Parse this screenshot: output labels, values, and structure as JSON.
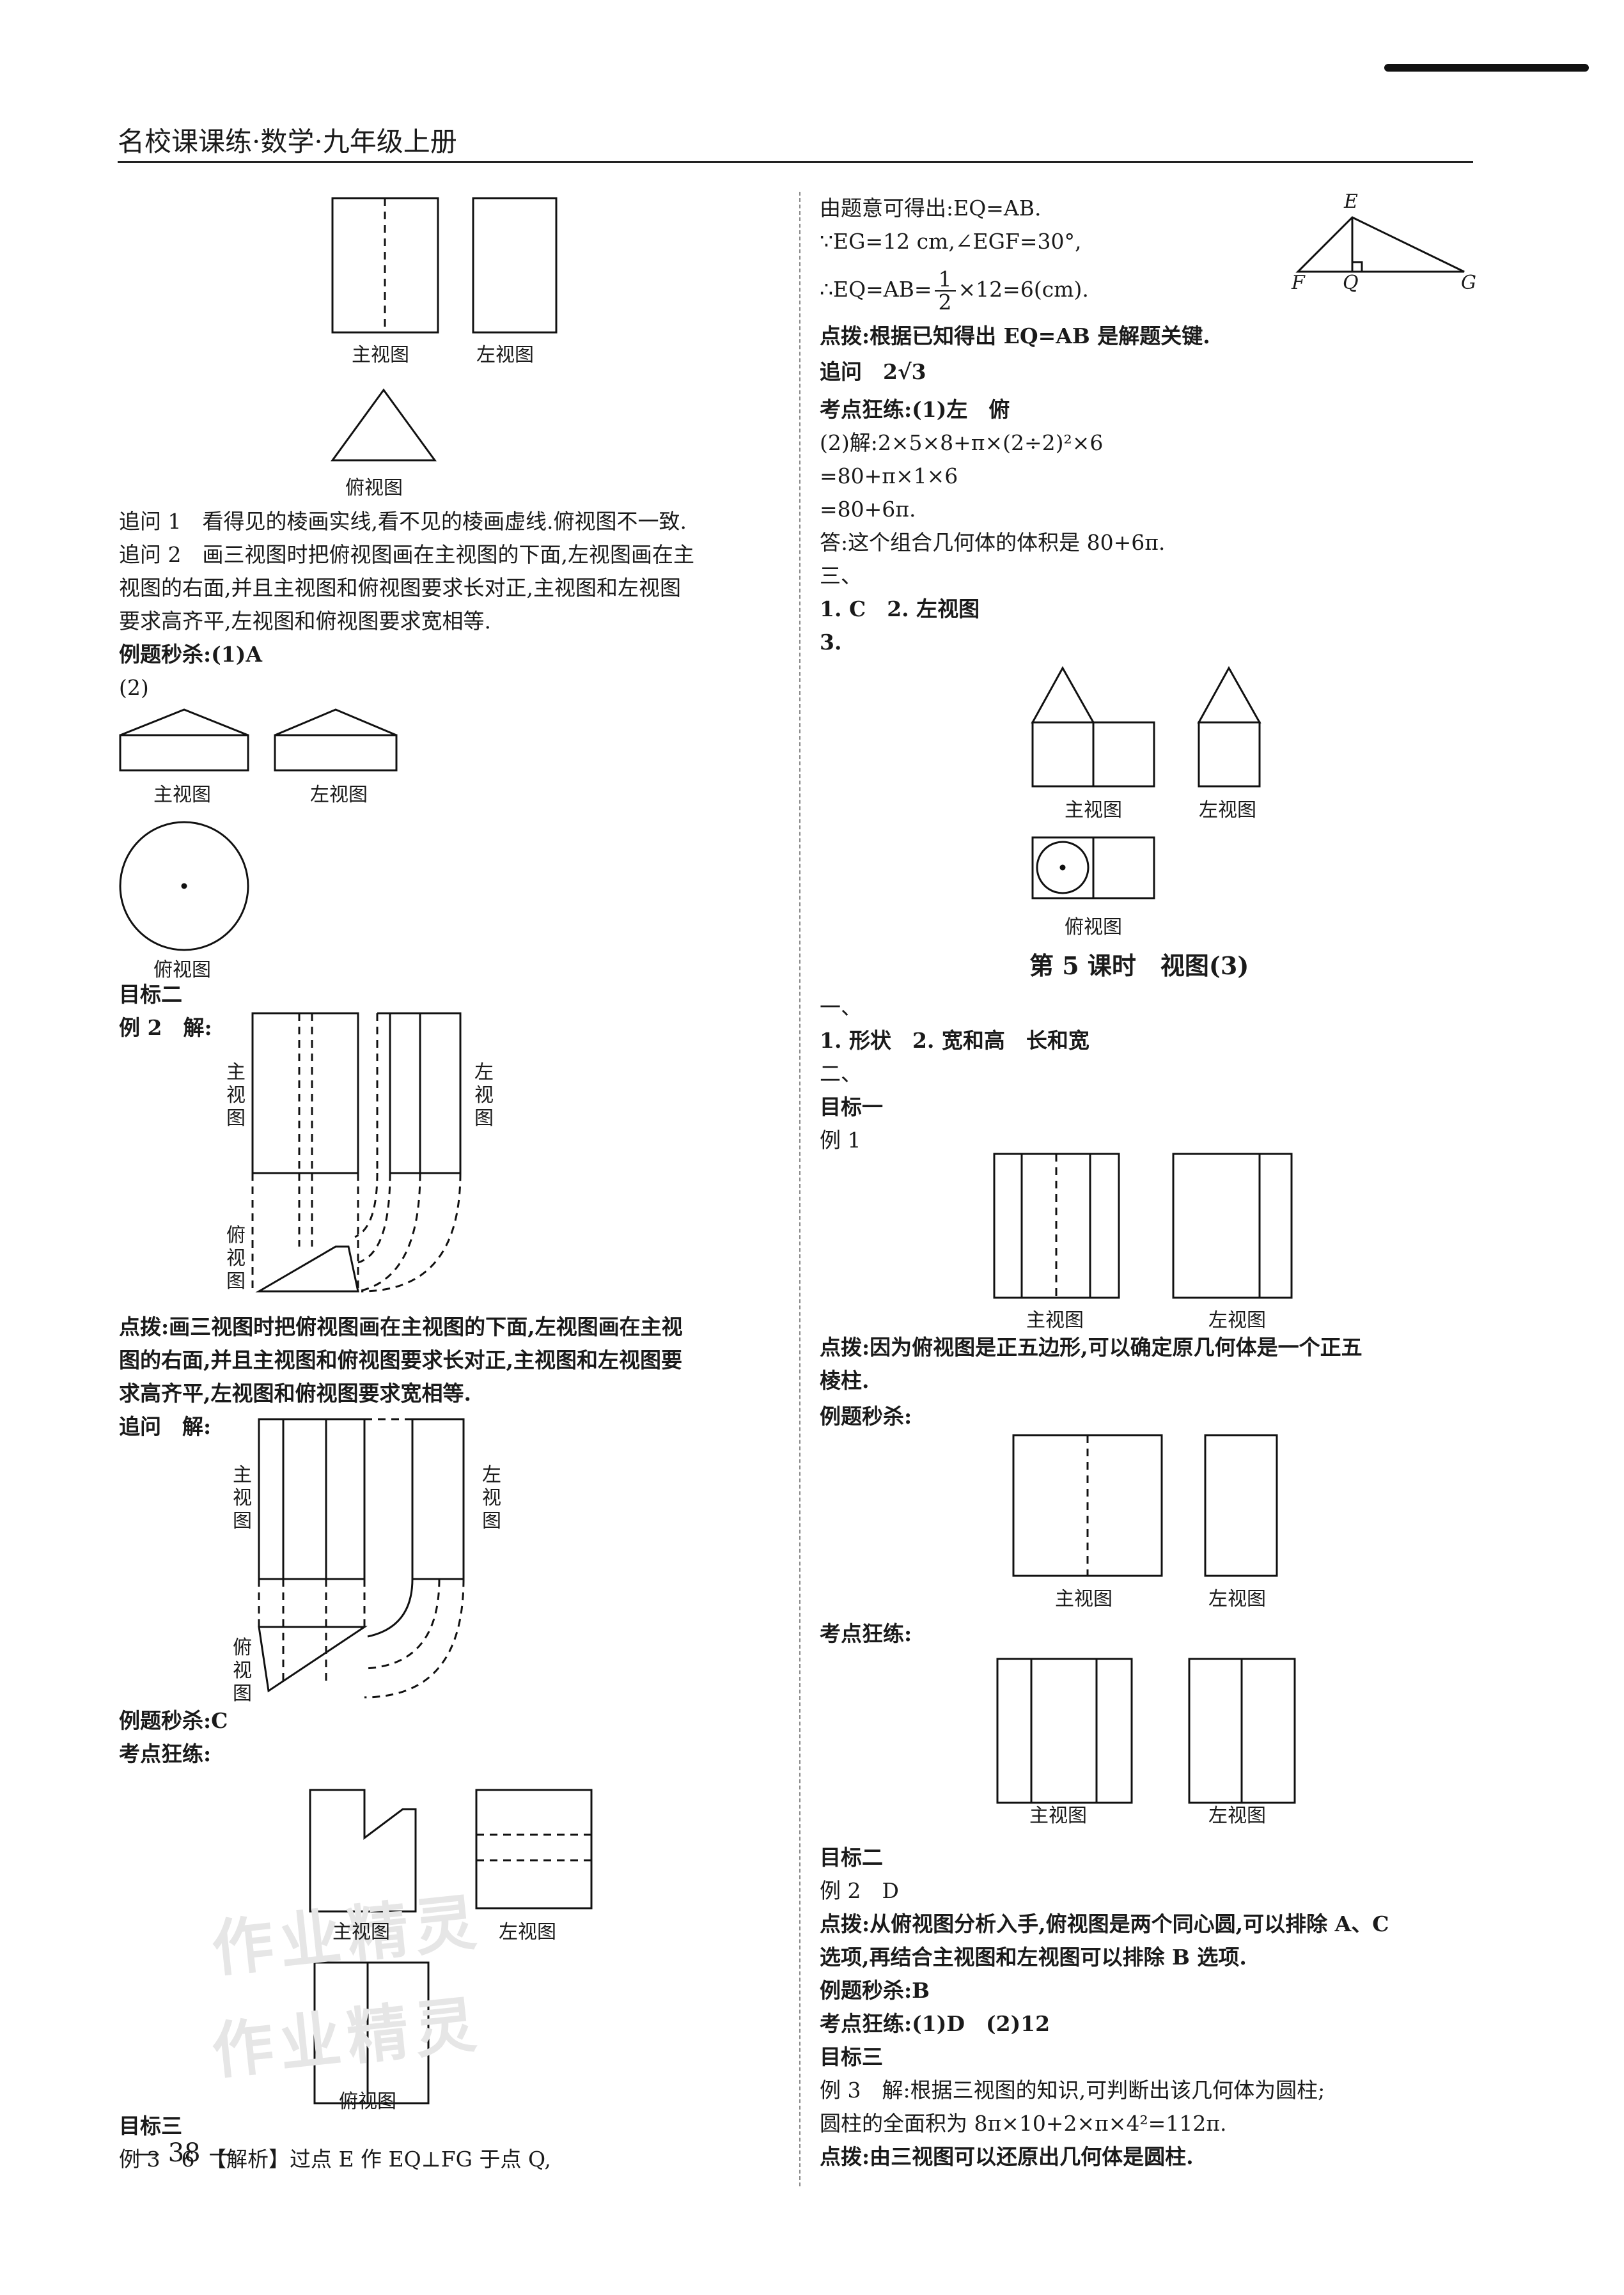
{
  "header": {
    "title": "名校课课练·数学·九年级上册"
  },
  "page_number": "— 38 —",
  "captions": {
    "front": "主视图",
    "left": "左视图",
    "top": "俯视图",
    "front_v": "主视图",
    "left_v": "左视图",
    "top_v": "俯视图"
  },
  "left_col": {
    "q1": "追问 1　看得见的棱画实线,看不见的棱画虚线.俯视图不一致.",
    "q2_l1": "追问 2　画三视图时把俯视图画在主视图的下面,左视图画在主",
    "q2_l2": "视图的右面,并且主视图和俯视图要求长对正,主视图和左视图",
    "q2_l3": "要求高齐平,左视图和俯视图要求宽相等.",
    "lt_l1": "例题秒杀:(1)A",
    "lt_l2": "(2)",
    "goal2": "目标二",
    "ex2": "例 2　解:",
    "tip_l1": "点拨:画三视图时把俯视图画在主视图的下面,左视图画在主视",
    "tip_l2": "图的右面,并且主视图和俯视图要求长对正,主视图和左视图要",
    "tip_l3": "求高齐平,左视图和俯视图要求宽相等.",
    "followup": "追问　解:",
    "lt2": "例题秒杀:C",
    "kd": "考点狂练:",
    "goal3": "目标三",
    "ex3": "例 3　6　【解析】过点 E 作 EQ⊥FG 于点 Q,"
  },
  "right_col": {
    "r1": "由题意可得出:EQ=AB.",
    "r2": "∵EG=12 cm,∠EGF=30°,",
    "r3a": "∴EQ=AB=",
    "r3_num": "1",
    "r3_den": "2",
    "r3b": "×12=6(cm).",
    "r4": "点拨:根据已知得出 EQ=AB 是解题关键.",
    "r5": "追问　2√3",
    "r6": "考点狂练:(1)左　俯",
    "r7": "(2)解:2×5×8+π×(2÷2)²×6",
    "r8": "=80+π×1×6",
    "r9": "=80+6π.",
    "r10": "答:这个组合几何体的体积是 80+6π.",
    "r11": "三、",
    "r12": "1. C　2. 左视图",
    "r13": "3.",
    "lesson_title": "第 5 课时　视图(3)",
    "s1": "一、",
    "s2": "1. 形状　2. 宽和高　长和宽",
    "s3": "二、",
    "s4": "目标一",
    "s5": "例 1",
    "s6_l1": "点拨:因为俯视图是正五边形,可以确定原几何体是一个正五",
    "s6_l2": "棱柱.",
    "s7": "例题秒杀:",
    "s8": "考点狂练:",
    "s9": "目标二",
    "s10": "例 2　D",
    "s11_l1": "点拨:从俯视图分析入手,俯视图是两个同心圆,可以排除 A、C",
    "s11_l2": "选项,再结合主视图和左视图可以排除 B 选项.",
    "s12": "例题秒杀:B",
    "s13": "考点狂练:(1)D　(2)12",
    "s14": "目标三",
    "s15": "例 3　解:根据三视图的知识,可判断出该几何体为圆柱;",
    "s16": "圆柱的全面积为 8π×10+2×π×4²=112π.",
    "s17": "点拨:由三视图可以还原出几何体是圆柱."
  },
  "triangle_labels": {
    "E": "E",
    "F": "F",
    "Q": "Q",
    "G": "G"
  },
  "watermark": "作业精灵"
}
